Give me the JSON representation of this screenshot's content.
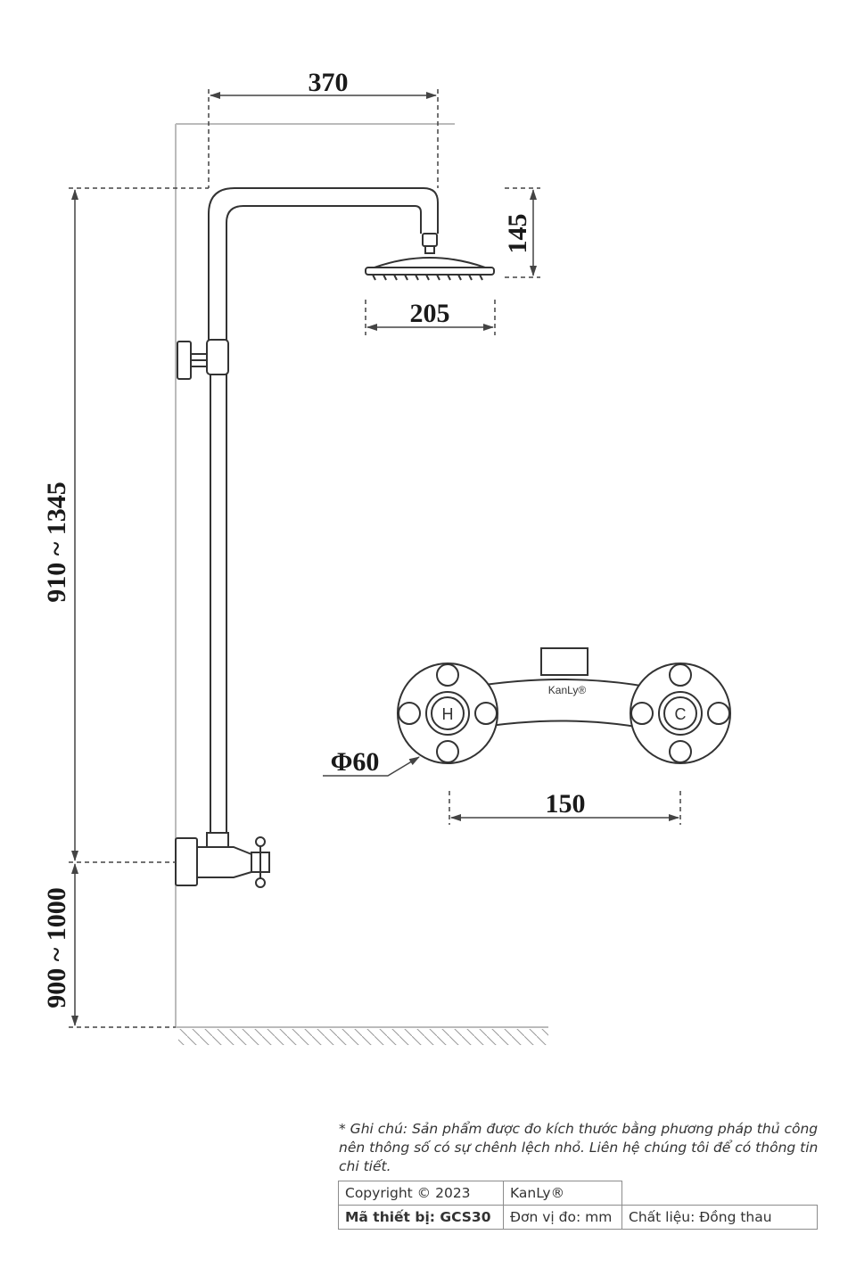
{
  "dimensions": {
    "arm_length": "370",
    "head_height": "145",
    "head_diameter": "205",
    "riser_height": "910 ~ 1345",
    "mount_height": "900 ~ 1000",
    "flange_diameter": "Φ60",
    "valve_spacing": "150"
  },
  "mixer": {
    "brand_mark": "KanLy®",
    "hot_label": "H",
    "cold_label": "C"
  },
  "note": "* Ghi chú: Sản phẩm được đo kích thước bằng phương pháp thủ công nên thông số có sự chênh lệch nhỏ. Liên hệ chúng tôi để có thông tin chi tiết.",
  "info_table": {
    "copyright": "Copyright © 2023",
    "brand": "KanLy®",
    "model": "Mã thiết bị: GCS30",
    "unit": "Đơn vị đo: mm",
    "material": "Chất liệu: Đồng thau"
  }
}
